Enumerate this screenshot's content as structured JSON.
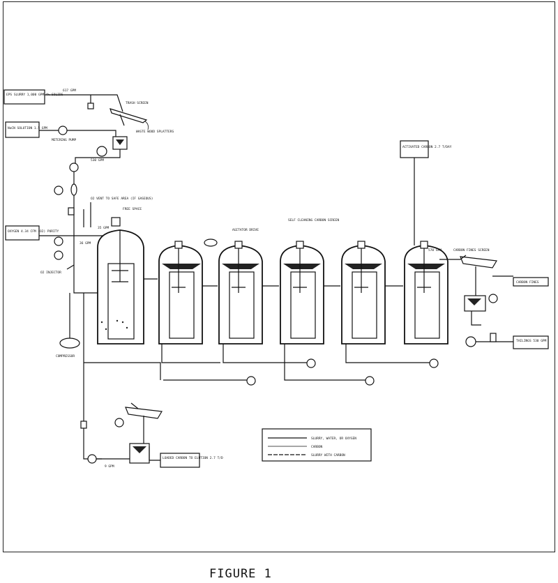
{
  "caption": "FIGURE 1",
  "labels": {
    "feed_box": "EPS SLURRY 1,000 GPM 4% SOLIDS",
    "feed_flow": "617 GPM",
    "trash_screen": "TRASH SCREEN",
    "nacn_box": "NaCN SOLUTION 1.5 GPM",
    "metering_pump": "METERING PUMP",
    "waste_wood": "WASTE WOOD SPLATTERS",
    "flow_530": "530 GPM",
    "o2_vent": "O2 VENT TO SAFE AREA (IF GASEOUS)",
    "oxygen_box": "OXYGEN 4.34 CFM (O2) PURITY",
    "flow_35": "35 GPM",
    "flow_36": "36 GPM",
    "o2_injector": "O2 INJECTOR",
    "free_space": "FREE SPACE",
    "compressor": "COMPRESSOR",
    "agitator_drive": "AGITATOR DRIVE",
    "self_cleaning": "SELF CLEANING CARBON SCREEN",
    "activated_carbon": "ACTIVATED CARBON 2.7 T/DAY",
    "flow_570": "570 GPM",
    "carbon_fines_screen": "CARBON FINES SCREEN",
    "carbon_fines_box": "CARBON FINES",
    "tailings_box": "TAILINGS 530 GPM",
    "loaded_carbon_box": "LOADED CARBON TO ELUTION 2.7 T/D",
    "flow_9": "9 GPM",
    "legend_slurry": "SLURRY, WATER, OR OXYGEN",
    "legend_carbon": "CARBON",
    "legend_slurry_carbon": "SLURRY WITH CARBON"
  }
}
